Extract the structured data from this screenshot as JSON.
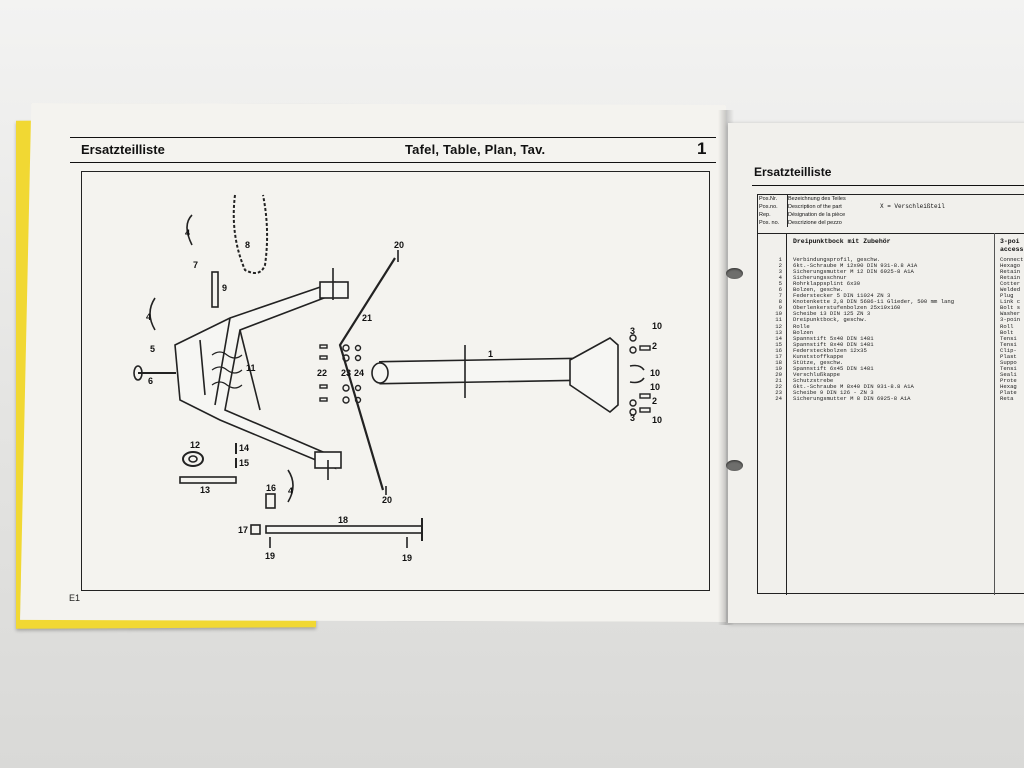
{
  "left_page": {
    "title": "Ersatzteilliste",
    "table_label": "Tafel, Table, Plan, Tav.",
    "page_number": "1",
    "footer_mark": "E1",
    "diagram_labels": [
      "1",
      "2",
      "2",
      "3",
      "3",
      "4",
      "4",
      "4",
      "5",
      "6",
      "7",
      "8",
      "9",
      "10",
      "10",
      "10",
      "10",
      "11",
      "12",
      "13",
      "14",
      "15",
      "16",
      "17",
      "18",
      "19",
      "19",
      "20",
      "20",
      "21",
      "22",
      "23",
      "24"
    ]
  },
  "right_page": {
    "title": "Ersatzteilliste",
    "header_labels": [
      "Pos.Nr.",
      "Pos.no.",
      "Rep.",
      "Pos. no."
    ],
    "header_descriptions": [
      "Bezeichnung des Teiles",
      "Description of the part",
      "Désignation de la pièce",
      "Descrizione del pezzo"
    ],
    "wear_note": "X = Verschleißteil",
    "section_title_de": "Dreipunktbock mit Zubehör",
    "section_title_en": "3-poi\naccess",
    "parts": [
      {
        "pos": "1",
        "de": "Verbindungsprofil, geschw.",
        "en": "Connect"
      },
      {
        "pos": "2",
        "de": "6kt.-Schraube M 12x90 DIN 931-8.8 A1A",
        "en": "Hexago"
      },
      {
        "pos": "3",
        "de": "Sicherungsmutter M 12 DIN 6925-8 A1A",
        "en": "Retain"
      },
      {
        "pos": "4",
        "de": "Sicherungsschnur",
        "en": "Retain"
      },
      {
        "pos": "5",
        "de": "Rohrklappsplint 6x30",
        "en": "Cotter"
      },
      {
        "pos": "6",
        "de": "Bolzen, geschw.",
        "en": "Welded"
      },
      {
        "pos": "7",
        "de": "Federstecker 5 DIN 11024 ZN 3",
        "en": "Plug"
      },
      {
        "pos": "8",
        "de": "Knotenkette 2,8 DIN 5686-11 Glieder, 500 mm lang",
        "en": "Link c"
      },
      {
        "pos": "9",
        "de": "Oberlenkerstufenbolzen 25x19x160",
        "en": "Bolt s"
      },
      {
        "pos": "10",
        "de": "Scheibe 13 DIN 125 ZN 3",
        "en": "Washer"
      },
      {
        "pos": "11",
        "de": "Dreipunktbock, geschw.",
        "en": "3-poin"
      },
      {
        "pos": "12",
        "de": "Rolle",
        "en": "Roll"
      },
      {
        "pos": "13",
        "de": "Bolzen",
        "en": "Bolt"
      },
      {
        "pos": "14",
        "de": "Spannstift 5x40 DIN 1481",
        "en": "Tensi"
      },
      {
        "pos": "15",
        "de": "Spannstift 8x40 DIN 1481",
        "en": "Tensi"
      },
      {
        "pos": "16",
        "de": "Federsteckbolzen 12x35",
        "en": "Clip-"
      },
      {
        "pos": "17",
        "de": "Kunststoffkappe",
        "en": "Plast"
      },
      {
        "pos": "18",
        "de": "Stütze, geschw.",
        "en": "Suppo"
      },
      {
        "pos": "19",
        "de": "Spannstift 6x45 DIN 1481",
        "en": "Tensi"
      },
      {
        "pos": "20",
        "de": "Verschlußkappe",
        "en": "Seali"
      },
      {
        "pos": "21",
        "de": "Schutzstrebe",
        "en": "Prote"
      },
      {
        "pos": "22",
        "de": "6kt.-Schraube M 8x40 DIN 931-8.8 A1A",
        "en": "Hexag"
      },
      {
        "pos": "23",
        "de": "Scheibe 9 DIN 126 - ZN 3",
        "en": "Plate"
      },
      {
        "pos": "24",
        "de": "Sicherungsmutter M 8 DIN 6925-8 A1A",
        "en": "Reta"
      }
    ]
  }
}
